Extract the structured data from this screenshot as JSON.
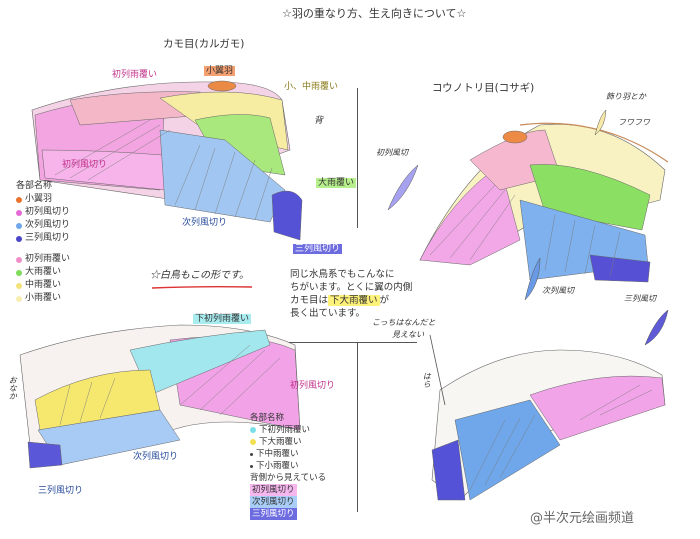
{
  "title": "☆羽の重なり方、生え向きについて☆",
  "sections": {
    "duck": "カモ目(カルガモ)",
    "heron": "コウノトリ目(コサギ)"
  },
  "duck_labels": {
    "primary_coverts": "初列雨覆い",
    "alula": "小翼羽",
    "small_middle_coverts": "小、中雨覆い",
    "back": "背",
    "greater_coverts": "大雨覆い",
    "primaries": "初列風切り",
    "secondaries": "次列風切り",
    "tertials": "三列風切り"
  },
  "legend_top": {
    "title": "各部名称",
    "items": [
      {
        "label": "小翼羽",
        "color": "#e9732a"
      },
      {
        "label": "初列風切り",
        "color": "#e46ad6"
      },
      {
        "label": "次列風切り",
        "color": "#6fa7ea"
      },
      {
        "label": "三列風切り",
        "color": "#4b46c8"
      }
    ],
    "items2": [
      {
        "label": "初列雨覆い",
        "color": "#f08ec8"
      },
      {
        "label": "大雨覆い",
        "color": "#7fdc5b"
      },
      {
        "label": "中雨覆い",
        "color": "#f3e27a"
      },
      {
        "label": "小雨覆い",
        "color": "#f7eeb2"
      }
    ]
  },
  "swan_note": "☆白鳥もこの形です。",
  "middle_note": [
    "同じ水鳥系でもこんなに",
    "ちがいます。とくに翼の内側",
    "カモ目は",
    "下大雨覆い",
    "が",
    "長く出ています。"
  ],
  "under_labels": {
    "under_primary_coverts": "下初列雨覆い",
    "primaries": "初列風切り",
    "belly": "おなか",
    "secondaries": "次列風切り",
    "tertials": "三列風切り"
  },
  "legend_bottom": {
    "title": "各部名称",
    "items": [
      {
        "label": "下初列雨覆い",
        "color": "#7adfe6"
      },
      {
        "label": "下大雨覆い",
        "color": "#f1df54"
      },
      {
        "label": "下中雨覆い",
        "color": "#444444"
      },
      {
        "label": "下小雨覆い",
        "color": "#444444"
      }
    ],
    "subtitle": "背側から見えている",
    "items2": [
      {
        "label": "初列風切り",
        "color": "#f3a8ec"
      },
      {
        "label": "次列風切り",
        "color": "#a7c9f5"
      },
      {
        "label": "三列風切り",
        "color": "#5e5ad8"
      }
    ]
  },
  "heron_labels": {
    "long_feathers": "飾り羽とか",
    "fluffy": "フワフワ",
    "primaries": "初列風切",
    "secondaries": "次列風切",
    "tertials": "三列風切",
    "hidden_note_1": "こっちはなんだと",
    "hidden_note_2": "見えない",
    "belly": "はら"
  },
  "watermark": "@半次元绘画频道"
}
